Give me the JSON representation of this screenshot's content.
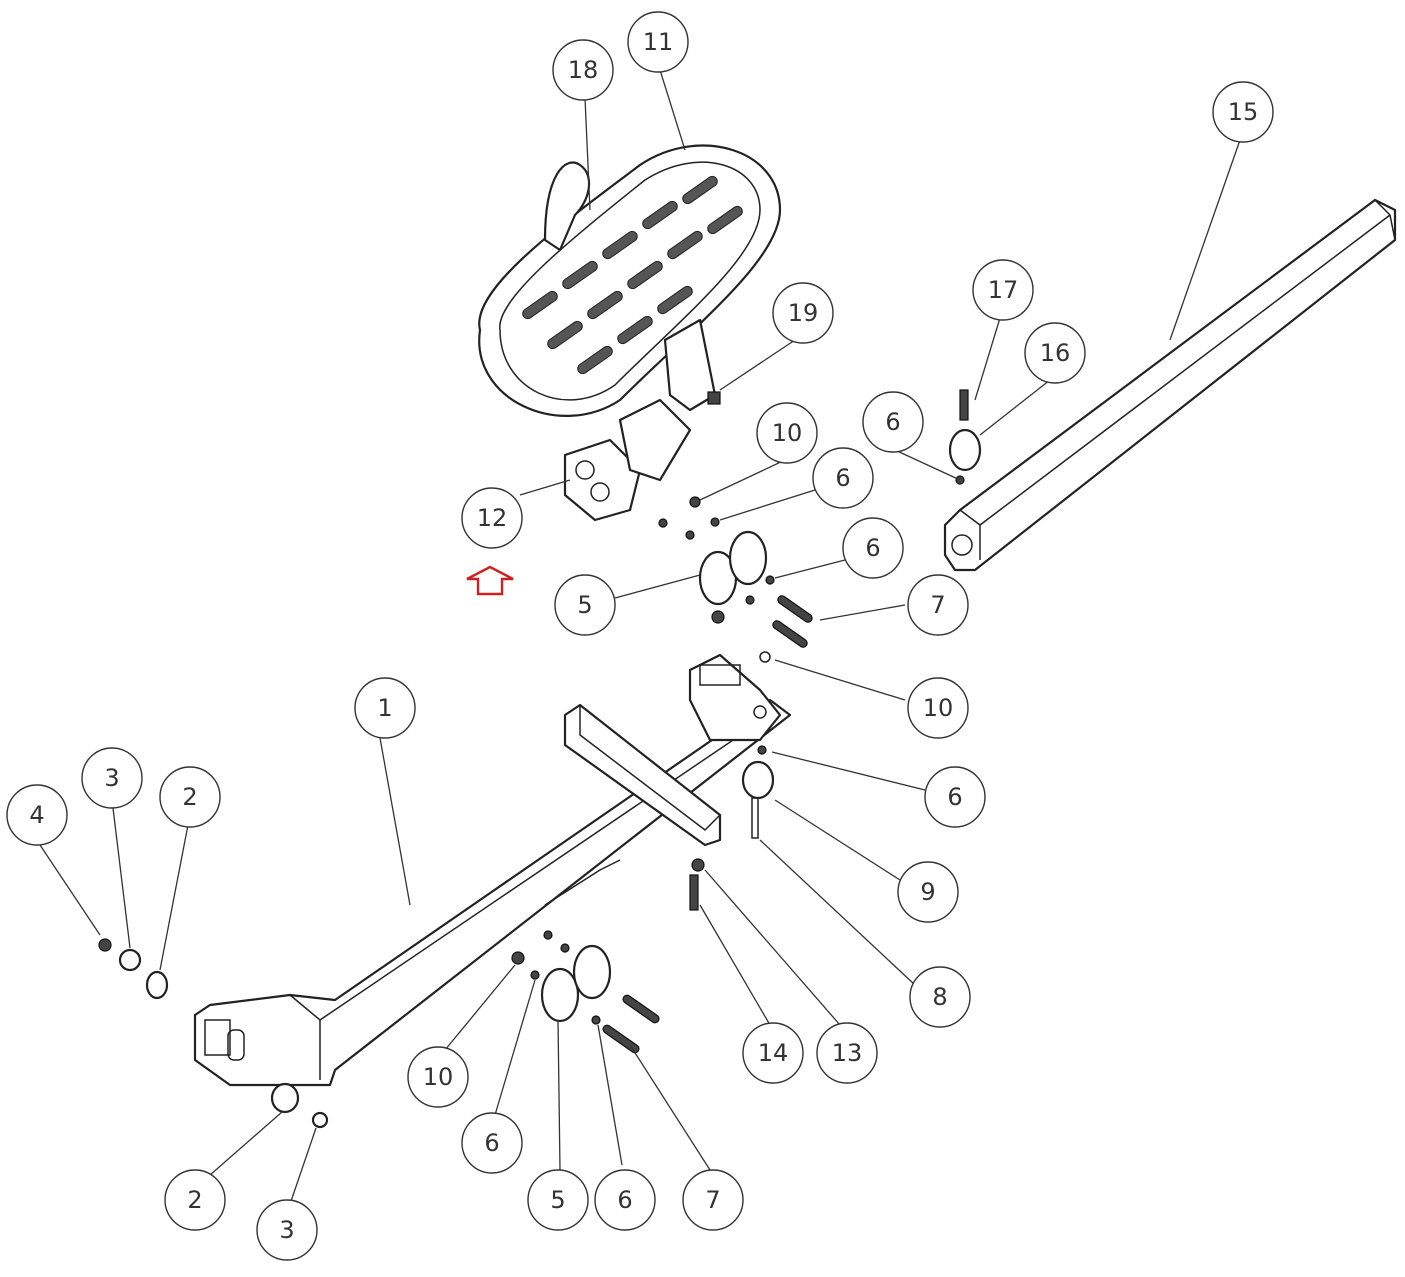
{
  "diagram": {
    "type": "exploded-parts-diagram",
    "callouts": [
      {
        "id": "c11",
        "label": "11"
      },
      {
        "id": "c18",
        "label": "18"
      },
      {
        "id": "c15",
        "label": "15"
      },
      {
        "id": "c17",
        "label": "17"
      },
      {
        "id": "c16",
        "label": "16"
      },
      {
        "id": "c19",
        "label": "19"
      },
      {
        "id": "c10a",
        "label": "10"
      },
      {
        "id": "c6a",
        "label": "6"
      },
      {
        "id": "c6b",
        "label": "6"
      },
      {
        "id": "c6c",
        "label": "6"
      },
      {
        "id": "c12",
        "label": "12"
      },
      {
        "id": "c5a",
        "label": "5"
      },
      {
        "id": "c7a",
        "label": "7"
      },
      {
        "id": "c10b",
        "label": "10"
      },
      {
        "id": "c1",
        "label": "1"
      },
      {
        "id": "c6d",
        "label": "6"
      },
      {
        "id": "c9",
        "label": "9"
      },
      {
        "id": "c4",
        "label": "4"
      },
      {
        "id": "c3a",
        "label": "3"
      },
      {
        "id": "c2a",
        "label": "2"
      },
      {
        "id": "c8",
        "label": "8"
      },
      {
        "id": "c14",
        "label": "14"
      },
      {
        "id": "c13",
        "label": "13"
      },
      {
        "id": "c10c",
        "label": "10"
      },
      {
        "id": "c6e",
        "label": "6"
      },
      {
        "id": "c2b",
        "label": "2"
      },
      {
        "id": "c3b",
        "label": "3"
      },
      {
        "id": "c5b",
        "label": "5"
      },
      {
        "id": "c6f",
        "label": "6"
      },
      {
        "id": "c7b",
        "label": "7"
      }
    ],
    "colors": {
      "line": "#222222",
      "callout": "#333333",
      "marker": "#cc2222"
    }
  }
}
